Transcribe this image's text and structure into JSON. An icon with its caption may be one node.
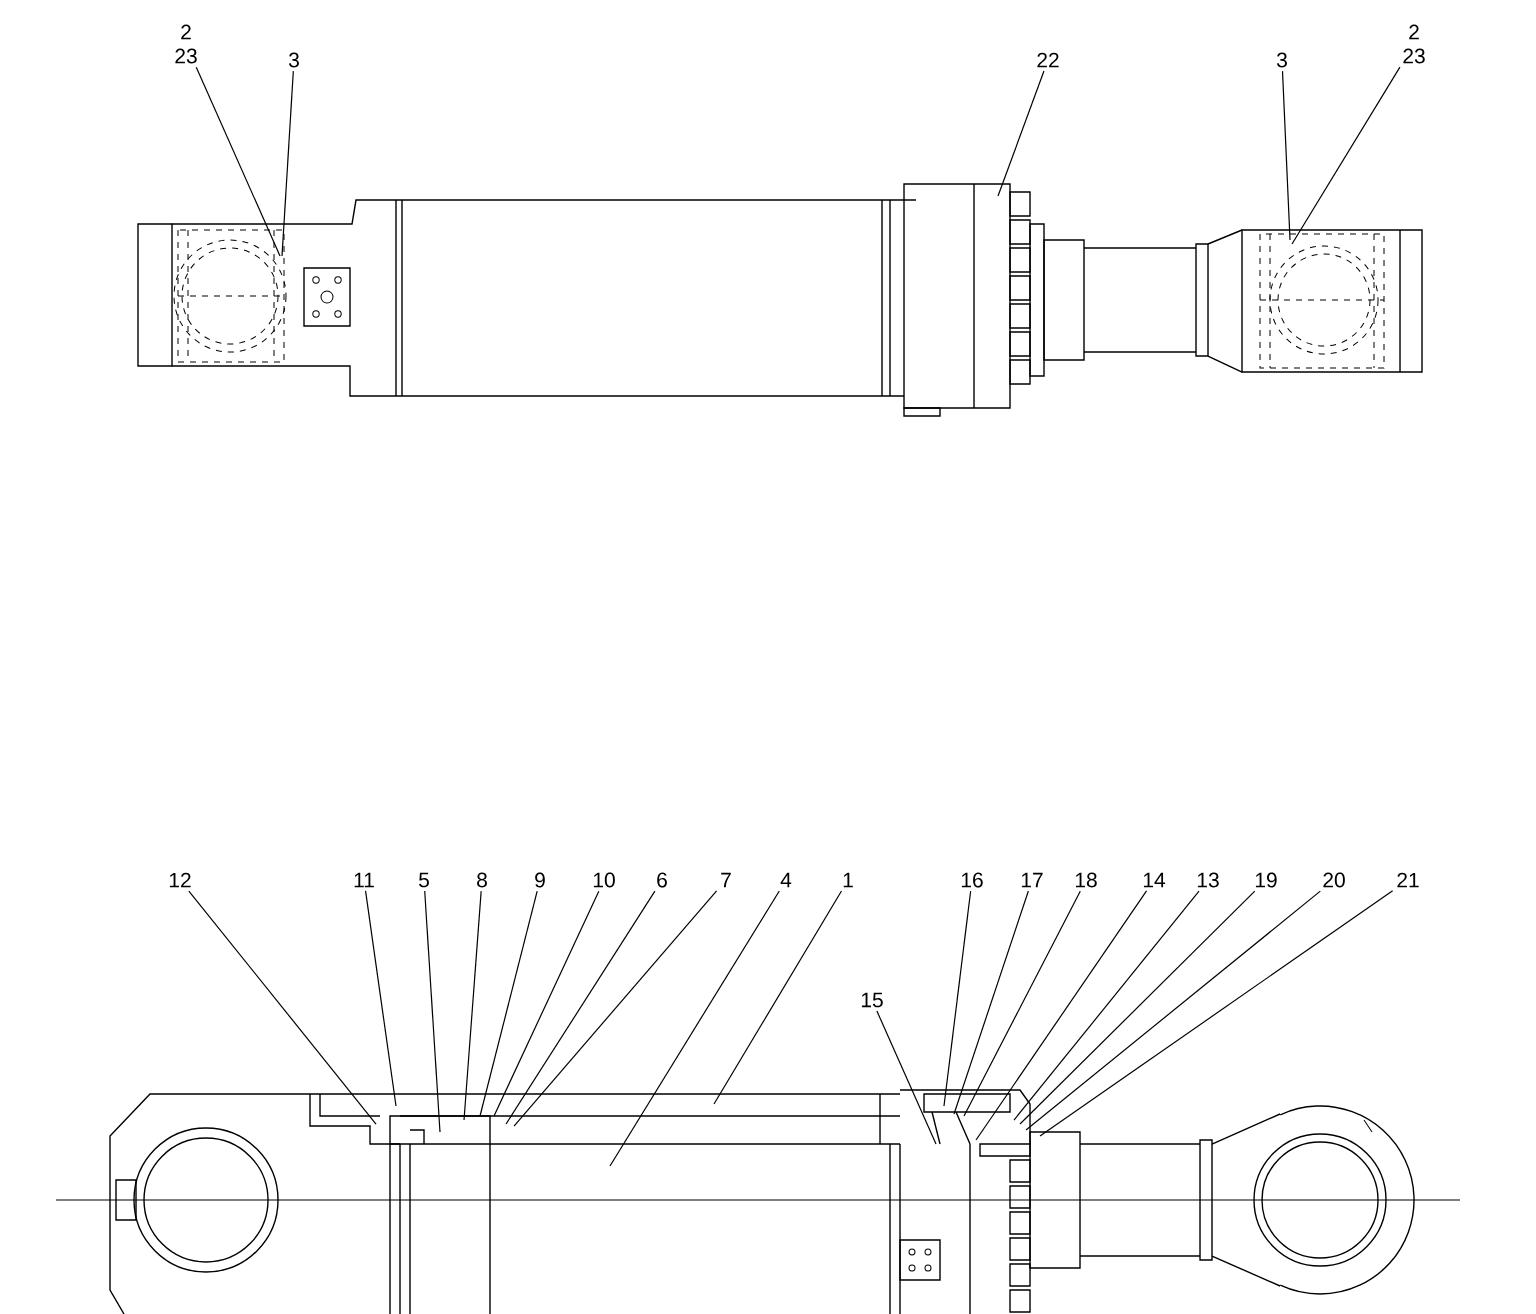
{
  "diagram": {
    "nodes": [
      {
        "text": [
          "2",
          "23"
        ]
      },
      {
        "text": [
          "3"
        ]
      },
      {
        "text": [
          "22"
        ]
      },
      {
        "text": [
          "3"
        ]
      },
      {
        "text": [
          "2",
          "23"
        ]
      },
      {
        "text": [
          "12"
        ]
      },
      {
        "text": [
          "11"
        ]
      },
      {
        "text": [
          "5"
        ]
      },
      {
        "text": [
          "8"
        ]
      },
      {
        "text": [
          "9"
        ]
      },
      {
        "text": [
          "10"
        ]
      },
      {
        "text": [
          "6"
        ]
      },
      {
        "text": [
          "7"
        ]
      },
      {
        "text": [
          "4"
        ]
      },
      {
        "text": [
          "1"
        ]
      },
      {
        "text": [
          "16"
        ]
      },
      {
        "text": [
          "17"
        ]
      },
      {
        "text": [
          "18"
        ]
      },
      {
        "text": [
          "14"
        ]
      },
      {
        "text": [
          "13"
        ]
      },
      {
        "text": [
          "19"
        ]
      },
      {
        "text": [
          "20"
        ]
      },
      {
        "text": [
          "21"
        ]
      },
      {
        "text": [
          "15"
        ]
      }
    ],
    "edges": [
      {
        "from": 0,
        "to": null,
        "arrow": "none"
      },
      {
        "from": 1,
        "to": null,
        "arrow": "none"
      },
      {
        "from": 2,
        "to": null,
        "arrow": "none"
      },
      {
        "from": 3,
        "to": null,
        "arrow": "none"
      },
      {
        "from": 4,
        "to": null,
        "arrow": "none"
      },
      {
        "from": 5,
        "to": null,
        "arrow": "none"
      },
      {
        "from": 6,
        "to": null,
        "arrow": "none"
      },
      {
        "from": 7,
        "to": null,
        "arrow": "none"
      },
      {
        "from": 8,
        "to": null,
        "arrow": "none"
      },
      {
        "from": 9,
        "to": null,
        "arrow": "none"
      },
      {
        "from": 10,
        "to": null,
        "arrow": "none"
      },
      {
        "from": 11,
        "to": null,
        "arrow": "none"
      },
      {
        "from": 12,
        "to": null,
        "arrow": "none"
      },
      {
        "from": 13,
        "to": null,
        "arrow": "none"
      },
      {
        "from": 14,
        "to": null,
        "arrow": "none"
      },
      {
        "from": 15,
        "to": null,
        "arrow": "none"
      },
      {
        "from": 16,
        "to": null,
        "arrow": "none"
      },
      {
        "from": 17,
        "to": null,
        "arrow": "none"
      },
      {
        "from": 18,
        "to": null,
        "arrow": "none"
      },
      {
        "from": 19,
        "to": null,
        "arrow": "none"
      },
      {
        "from": 20,
        "to": null,
        "arrow": "none"
      },
      {
        "from": 21,
        "to": null,
        "arrow": "none"
      },
      {
        "from": 22,
        "to": null,
        "arrow": "none"
      },
      {
        "from": 23,
        "to": null,
        "arrow": "none"
      }
    ]
  }
}
